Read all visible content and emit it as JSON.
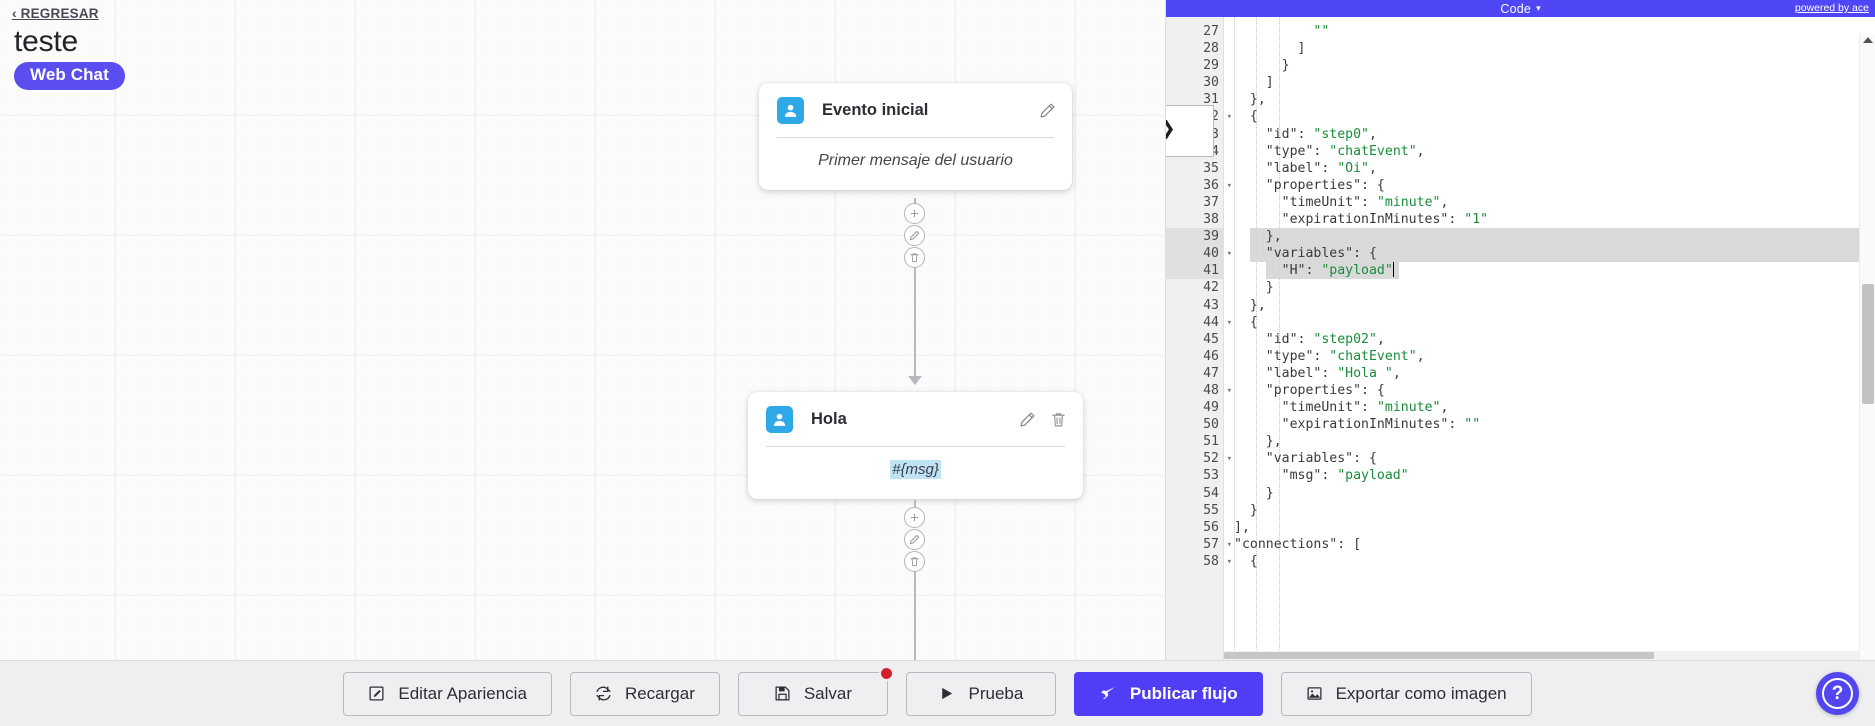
{
  "canvas": {
    "back_link": "‹ REGRESAR",
    "flow_title": "teste",
    "channel_badge": "Web Chat",
    "nodes": [
      {
        "icon": "user-avatar-icon",
        "title": "Evento inicial",
        "body": "Primer mensaje del usuario",
        "body_kind": "placeholder",
        "actions": [
          "edit-icon"
        ]
      },
      {
        "icon": "user-avatar-icon",
        "title": "Hola",
        "body": "#{msg}",
        "body_kind": "variable",
        "actions": [
          "edit-icon",
          "trash-icon"
        ]
      }
    ],
    "connector_buttons": [
      "plus-icon",
      "pencil-icon",
      "trash-icon"
    ]
  },
  "code_panel": {
    "title": "Code",
    "caret": "▾",
    "powered_by": "powered by ace",
    "accent_color": "#4f46f5",
    "first_line_number": 27,
    "selected_lines": [
      39,
      40,
      41
    ],
    "caret_line": 41,
    "lines": [
      {
        "n": 27,
        "fold": false,
        "text": "          \"\""
      },
      {
        "n": 28,
        "fold": false,
        "text": "        ]"
      },
      {
        "n": 29,
        "fold": false,
        "text": "      }"
      },
      {
        "n": 30,
        "fold": false,
        "text": "    ]"
      },
      {
        "n": 31,
        "fold": false,
        "text": "  },"
      },
      {
        "n": 32,
        "fold": true,
        "text": "  {"
      },
      {
        "n": 33,
        "fold": false,
        "text": "    \"id\": \"step0\","
      },
      {
        "n": 34,
        "fold": false,
        "text": "    \"type\": \"chatEvent\","
      },
      {
        "n": 35,
        "fold": false,
        "text": "    \"label\": \"Oi\","
      },
      {
        "n": 36,
        "fold": true,
        "text": "    \"properties\": {"
      },
      {
        "n": 37,
        "fold": false,
        "text": "      \"timeUnit\": \"minute\","
      },
      {
        "n": 38,
        "fold": false,
        "text": "      \"expirationInMinutes\": \"1\""
      },
      {
        "n": 39,
        "fold": false,
        "text": "    },"
      },
      {
        "n": 40,
        "fold": true,
        "text": "    \"variables\": {"
      },
      {
        "n": 41,
        "fold": false,
        "text": "      \"H\": \"payload\""
      },
      {
        "n": 42,
        "fold": false,
        "text": "    }"
      },
      {
        "n": 43,
        "fold": false,
        "text": "  },"
      },
      {
        "n": 44,
        "fold": true,
        "text": "  {"
      },
      {
        "n": 45,
        "fold": false,
        "text": "    \"id\": \"step02\","
      },
      {
        "n": 46,
        "fold": false,
        "text": "    \"type\": \"chatEvent\","
      },
      {
        "n": 47,
        "fold": false,
        "text": "    \"label\": \"Hola \","
      },
      {
        "n": 48,
        "fold": true,
        "text": "    \"properties\": {"
      },
      {
        "n": 49,
        "fold": false,
        "text": "      \"timeUnit\": \"minute\","
      },
      {
        "n": 50,
        "fold": false,
        "text": "      \"expirationInMinutes\": \"\""
      },
      {
        "n": 51,
        "fold": false,
        "text": "    },"
      },
      {
        "n": 52,
        "fold": true,
        "text": "    \"variables\": {"
      },
      {
        "n": 53,
        "fold": false,
        "text": "      \"msg\": \"payload\""
      },
      {
        "n": 54,
        "fold": false,
        "text": "    }"
      },
      {
        "n": 55,
        "fold": false,
        "text": "  }"
      },
      {
        "n": 56,
        "fold": false,
        "text": "],"
      },
      {
        "n": 57,
        "fold": true,
        "text": "\"connections\": ["
      },
      {
        "n": 58,
        "fold": true,
        "text": "  {"
      }
    ]
  },
  "toolbar": {
    "buttons": [
      {
        "label": "Editar Apariencia",
        "icon": "pencil-square-icon",
        "primary": false,
        "badge": false
      },
      {
        "label": "Recargar",
        "icon": "refresh-icon",
        "primary": false,
        "badge": false
      },
      {
        "label": "Salvar",
        "icon": "save-disk-icon",
        "primary": false,
        "badge": true
      },
      {
        "label": "Prueba",
        "icon": "play-icon",
        "primary": false,
        "badge": false
      },
      {
        "label": "Publicar flujo",
        "icon": "rocket-icon",
        "primary": true,
        "badge": false
      },
      {
        "label": "Exportar como imagen",
        "icon": "image-icon",
        "primary": false,
        "badge": false
      }
    ],
    "badge_color": "#d32030",
    "primary_color": "#4f3ef5",
    "help_button": {
      "icon": "question-mark-icon",
      "label": "?"
    }
  }
}
